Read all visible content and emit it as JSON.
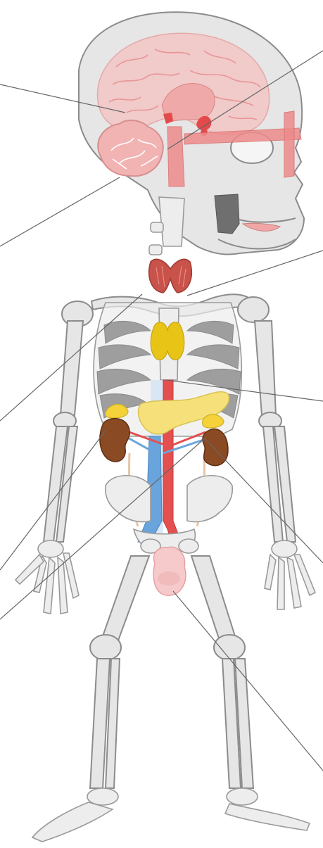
{
  "colors": {
    "bone_fill": "#e6e6e6",
    "bone_outline": "#8c8c8c",
    "brain": "#f3c8c8",
    "cerebellum": "#f2b3b3",
    "thyroid": "#c9524a",
    "thymus": "#e8c417",
    "pancreas": "#f5e07a",
    "adrenal": "#f5d23a",
    "kidney": "#8a4a24",
    "aorta": "#e3504f",
    "vena_cava": "#6aa4dc",
    "testes": "#f6caca",
    "leader_line": "#666666"
  },
  "organs": [
    {
      "name": "brain",
      "icon": "brain-icon"
    },
    {
      "name": "cerebellum",
      "icon": "cerebellum-icon"
    },
    {
      "name": "pituitary",
      "icon": "pituitary-icon"
    },
    {
      "name": "thyroid",
      "icon": "thyroid-icon"
    },
    {
      "name": "thymus",
      "icon": "thymus-icon"
    },
    {
      "name": "pancreas",
      "icon": "pancreas-icon"
    },
    {
      "name": "adrenal-glands",
      "icon": "adrenal-gland-icon"
    },
    {
      "name": "kidneys",
      "icon": "kidney-icon"
    },
    {
      "name": "testes",
      "icon": "testes-icon"
    }
  ]
}
